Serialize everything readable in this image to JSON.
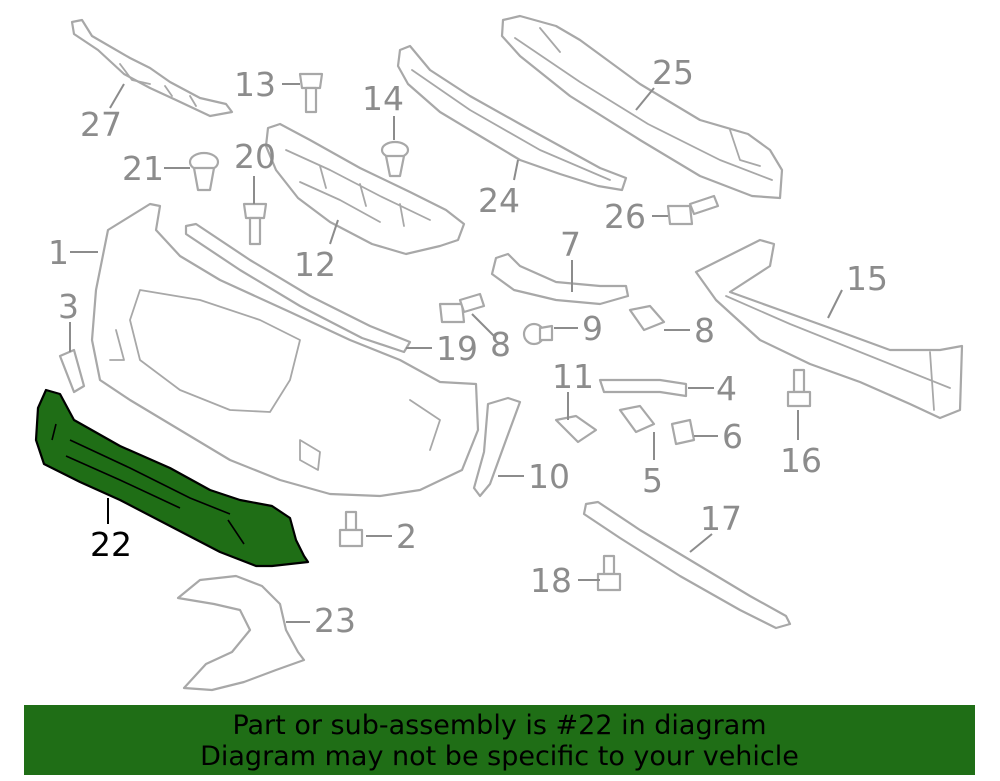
{
  "highlighted_part": "22",
  "colors": {
    "highlight": "#1f6e16",
    "parts": "#a8a8a8",
    "labels": "#8c8c8c"
  },
  "callouts": {
    "c1": "1",
    "c2": "2",
    "c3": "3",
    "c4": "4",
    "c5": "5",
    "c6": "6",
    "c7": "7",
    "c8a": "8",
    "c8b": "8",
    "c9": "9",
    "c10": "10",
    "c11": "11",
    "c12": "12",
    "c13": "13",
    "c14": "14",
    "c15": "15",
    "c16": "16",
    "c17": "17",
    "c18": "18",
    "c19": "19",
    "c20": "20",
    "c21": "21",
    "c22": "22",
    "c23": "23",
    "c24": "24",
    "c25": "25",
    "c26": "26",
    "c27": "27"
  },
  "banner": {
    "line1": "Part or sub-assembly is #22 in diagram",
    "line2": "Diagram may not be specific to your vehicle"
  }
}
